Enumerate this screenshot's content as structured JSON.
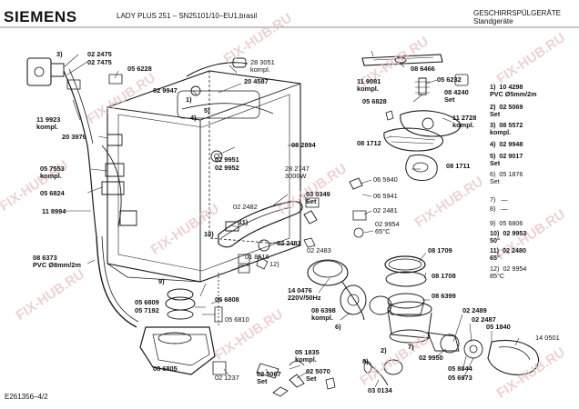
{
  "header": {
    "brand": "SIEMENS",
    "model": "LADY PLUS 251 – SN25101/10–EU1,brasil",
    "category": "GESCHIRRSPÜLGERÄTE",
    "subcategory": "Standgeräte"
  },
  "footer": {
    "doc_id": "E261356–4/2"
  },
  "watermark": "FIX-HUB.RU",
  "parts": [
    {
      "id": "p-3-1",
      "text": "3)"
    },
    {
      "id": "p-022475",
      "text": "02 2475"
    },
    {
      "id": "p-027475",
      "text": "02 7475"
    },
    {
      "id": "p-056228",
      "text": "05 6228"
    },
    {
      "id": "p-283051",
      "text": "28 3051\nkompl."
    },
    {
      "id": "p-204587",
      "text": "20 4587"
    },
    {
      "id": "p-029947",
      "text": "02 9947"
    },
    {
      "id": "p-1a",
      "text": "1)"
    },
    {
      "id": "p-4",
      "text": "4)"
    },
    {
      "id": "p-5",
      "text": "5)"
    },
    {
      "id": "p-119923",
      "text": "11 9923\nkompl."
    },
    {
      "id": "p-203979",
      "text": "20 3979"
    },
    {
      "id": "p-029951",
      "text": "02 9951"
    },
    {
      "id": "p-029952",
      "text": "02 9952"
    },
    {
      "id": "p-082894",
      "text": "08 2894"
    },
    {
      "id": "p-282747",
      "text": "28 2747\n3000W"
    },
    {
      "id": "p-057553",
      "text": "05 7553\nkompl."
    },
    {
      "id": "p-056824",
      "text": "05 6824"
    },
    {
      "id": "p-030349",
      "text": "03 0349\nSet"
    },
    {
      "id": "p-022482",
      "text": "02 2482"
    },
    {
      "id": "p-11",
      "text": "11)"
    },
    {
      "id": "p-10",
      "text": "10)"
    },
    {
      "id": "p-118994",
      "text": "11 8994"
    },
    {
      "id": "p-022481",
      "text": "02 2481"
    },
    {
      "id": "p-022483",
      "text": "02 2483"
    },
    {
      "id": "p-12",
      "text": "12)"
    },
    {
      "id": "p-018516",
      "text": "01 8516"
    },
    {
      "id": "p-086373",
      "text": "08 6373\nPVC Ø8mm/2m"
    },
    {
      "id": "p-9",
      "text": "9)"
    },
    {
      "id": "p-056809",
      "text": "05 6809"
    },
    {
      "id": "p-057192",
      "text": "05 7192"
    },
    {
      "id": "p-056808",
      "text": "05 6808"
    },
    {
      "id": "p-144476",
      "text": "14 0476\n220V/50Hz"
    },
    {
      "id": "p-056810",
      "text": "05 6810"
    },
    {
      "id": "p-086805",
      "text": "08 6805"
    },
    {
      "id": "p-021237",
      "text": "02 1237"
    },
    {
      "id": "p-051835",
      "text": "05 1835\nkompl."
    },
    {
      "id": "p-025067",
      "text": "02 5067\nSet"
    },
    {
      "id": "p-025070",
      "text": "02 5070\nSet"
    },
    {
      "id": "p-086398",
      "text": "08 6398\nkompl."
    },
    {
      "id": "p-6",
      "text": "6)"
    },
    {
      "id": "p-086466",
      "text": "08 6466"
    },
    {
      "id": "p-119081",
      "text": "11 9081\nkompl."
    },
    {
      "id": "p-056232",
      "text": "05 6232"
    },
    {
      "id": "p-084240",
      "text": "08 4240\nSet"
    },
    {
      "id": "p-056828",
      "text": "05 6828"
    },
    {
      "id": "p-112728",
      "text": "11 2728\nkompl."
    },
    {
      "id": "p-081712",
      "text": "08 1712"
    },
    {
      "id": "p-081711",
      "text": "08 1711"
    },
    {
      "id": "p-065940",
      "text": "06 5940"
    },
    {
      "id": "p-065941",
      "text": "06 5941"
    },
    {
      "id": "p-022481b",
      "text": "02 2481"
    },
    {
      "id": "p-029954",
      "text": "02 9954\n65°C"
    },
    {
      "id": "p-081709",
      "text": "08 1709"
    },
    {
      "id": "p-081708",
      "text": "08 1708"
    },
    {
      "id": "p-086399",
      "text": "08 6399"
    },
    {
      "id": "p-022489",
      "text": "02 2489"
    },
    {
      "id": "p-022487",
      "text": "02 2487"
    },
    {
      "id": "p-051840",
      "text": "05 1840"
    },
    {
      "id": "p-7",
      "text": "7)"
    },
    {
      "id": "p-2",
      "text": "2)"
    },
    {
      "id": "p-8",
      "text": "8)"
    },
    {
      "id": "p-029950",
      "text": "02 9950"
    },
    {
      "id": "p-058044",
      "text": "05 8044"
    },
    {
      "id": "p-056973",
      "text": "05 6973"
    },
    {
      "id": "p-030134",
      "text": "03 0134"
    },
    {
      "id": "p-140501",
      "text": "14 0501"
    }
  ],
  "legend": [
    {
      "id": "lg-1",
      "text": "1)  10 4298\nPVC Ø5mm/2m",
      "bold": true
    },
    {
      "id": "lg-2",
      "text": "2)  02 5069\nSet",
      "bold": true
    },
    {
      "id": "lg-3",
      "text": "3)  08 5572\nkompl.",
      "bold": true
    },
    {
      "id": "lg-4",
      "text": "4)  02 9948",
      "bold": true
    },
    {
      "id": "lg-5",
      "text": "5)  02 9017\nSet",
      "bold": true
    },
    {
      "id": "lg-6",
      "text": "6)  05 1876\nSet",
      "bold": false
    },
    {
      "id": "lg-7",
      "text": "7)   —",
      "bold": false
    },
    {
      "id": "lg-8",
      "text": "8)   —",
      "bold": false
    },
    {
      "id": "lg-9",
      "text": "9)  05 6806",
      "bold": false
    },
    {
      "id": "lg-10",
      "text": "10)  02 9953\n50°",
      "bold": true
    },
    {
      "id": "lg-11",
      "text": "11)  02 2480\n65°",
      "bold": true
    },
    {
      "id": "lg-12",
      "text": "12)  02 9954\n85°C",
      "bold": false
    }
  ]
}
